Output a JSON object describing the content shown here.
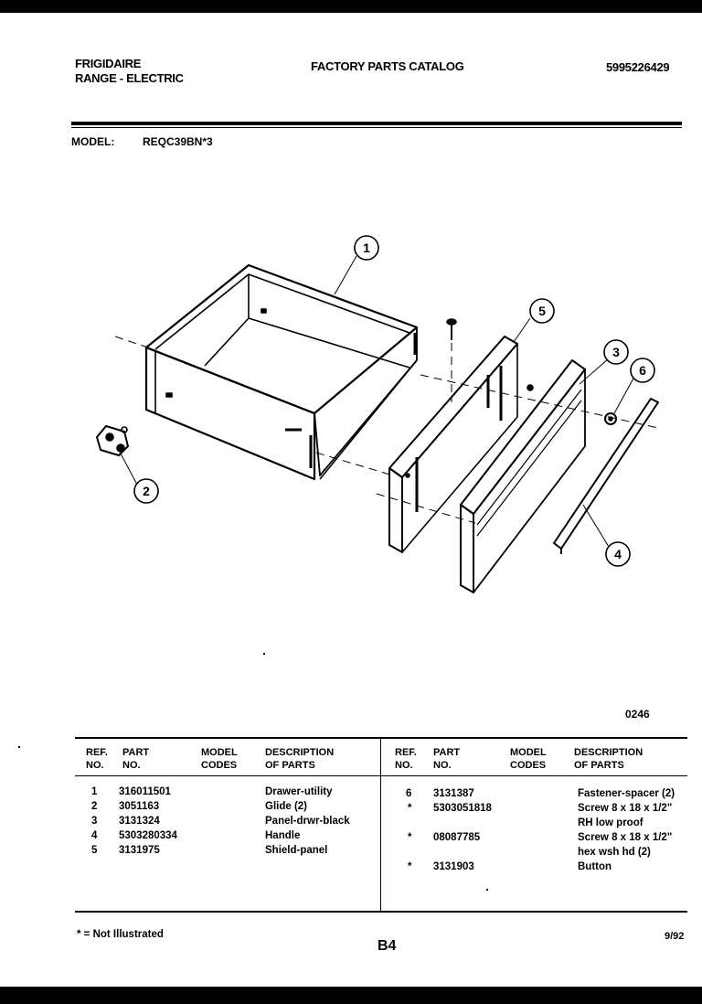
{
  "header": {
    "brand": "FRIGIDAIRE",
    "product": "RANGE - ELECTRIC",
    "catalog_title": "FACTORY PARTS CATALOG",
    "catalog_number": "5995226429"
  },
  "model": {
    "label": "MODEL:",
    "value": "REQC39BN*3"
  },
  "diagram": {
    "figure_code": "0246",
    "callouts": [
      "1",
      "2",
      "3",
      "4",
      "5",
      "6"
    ]
  },
  "table": {
    "headers": {
      "ref_no": "REF.\nNO.",
      "part_no": "PART\nNO.",
      "model_codes": "MODEL\nCODES",
      "description": "DESCRIPTION\nOF PARTS"
    },
    "left_rows": [
      {
        "ref": "1",
        "part": "316011501",
        "codes": "",
        "desc": "Drawer-utility"
      },
      {
        "ref": "2",
        "part": "3051163",
        "codes": "",
        "desc": "Glide (2)"
      },
      {
        "ref": "3",
        "part": "3131324",
        "codes": "",
        "desc": "Panel-drwr-black"
      },
      {
        "ref": "4",
        "part": "5303280334",
        "codes": "",
        "desc": "Handle"
      },
      {
        "ref": "5",
        "part": "3131975",
        "codes": "",
        "desc": "Shield-panel"
      }
    ],
    "right_rows": [
      {
        "ref": "6",
        "part": "3131387",
        "codes": "",
        "desc": "Fastener-spacer (2)"
      },
      {
        "ref": "*",
        "part": "5303051818",
        "codes": "",
        "desc": "Screw 8 x 18 x 1/2\""
      },
      {
        "ref": "",
        "part": "",
        "codes": "",
        "desc": "RH low proof"
      },
      {
        "ref": "*",
        "part": "08087785",
        "codes": "",
        "desc": "Screw 8 x 18 x 1/2\""
      },
      {
        "ref": "",
        "part": "",
        "codes": "",
        "desc": "hex wsh hd (2)"
      },
      {
        "ref": "*",
        "part": "3131903",
        "codes": "",
        "desc": "Button"
      }
    ]
  },
  "footer": {
    "note": "* = Not Illustrated",
    "page": "B4",
    "date": "9/92"
  }
}
